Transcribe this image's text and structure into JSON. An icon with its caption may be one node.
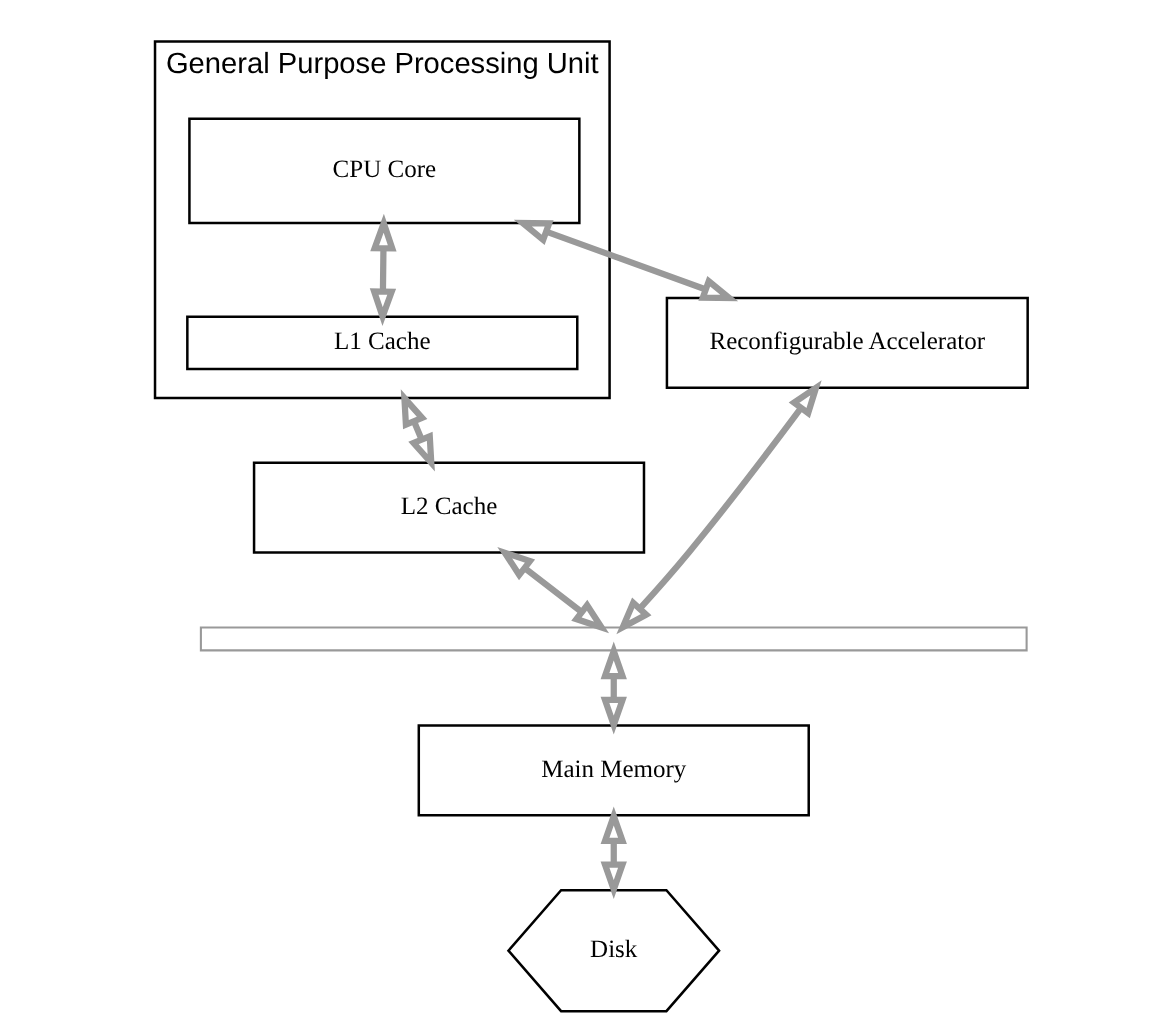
{
  "diagram": {
    "nodes": [
      {
        "text": [
          "General Purpose Processing Unit"
        ]
      },
      {
        "text": [
          "CPU Core"
        ],
        "in": 0
      },
      {
        "text": [
          "L1 Cache"
        ],
        "in": 0
      },
      {
        "text": [
          "Reconfigurable Accelerator"
        ]
      },
      {
        "text": [
          "L2 Cache"
        ]
      },
      {
        "text": [],
        "shape": "bar"
      },
      {
        "text": [
          "Main Memory"
        ]
      },
      {
        "text": [
          "Disk"
        ]
      }
    ],
    "edges": [
      {
        "from": 1,
        "to": 3,
        "arrow": "both"
      },
      {
        "from": 1,
        "to": 2,
        "arrow": "both"
      },
      {
        "from": 0,
        "to": 4,
        "arrow": "both"
      },
      {
        "from": 4,
        "to": 5,
        "arrow": "both"
      },
      {
        "from": 3,
        "to": 5,
        "arrow": "both"
      },
      {
        "from": 5,
        "to": 6,
        "arrow": "both"
      },
      {
        "from": 6,
        "to": 7,
        "arrow": "both"
      }
    ]
  }
}
